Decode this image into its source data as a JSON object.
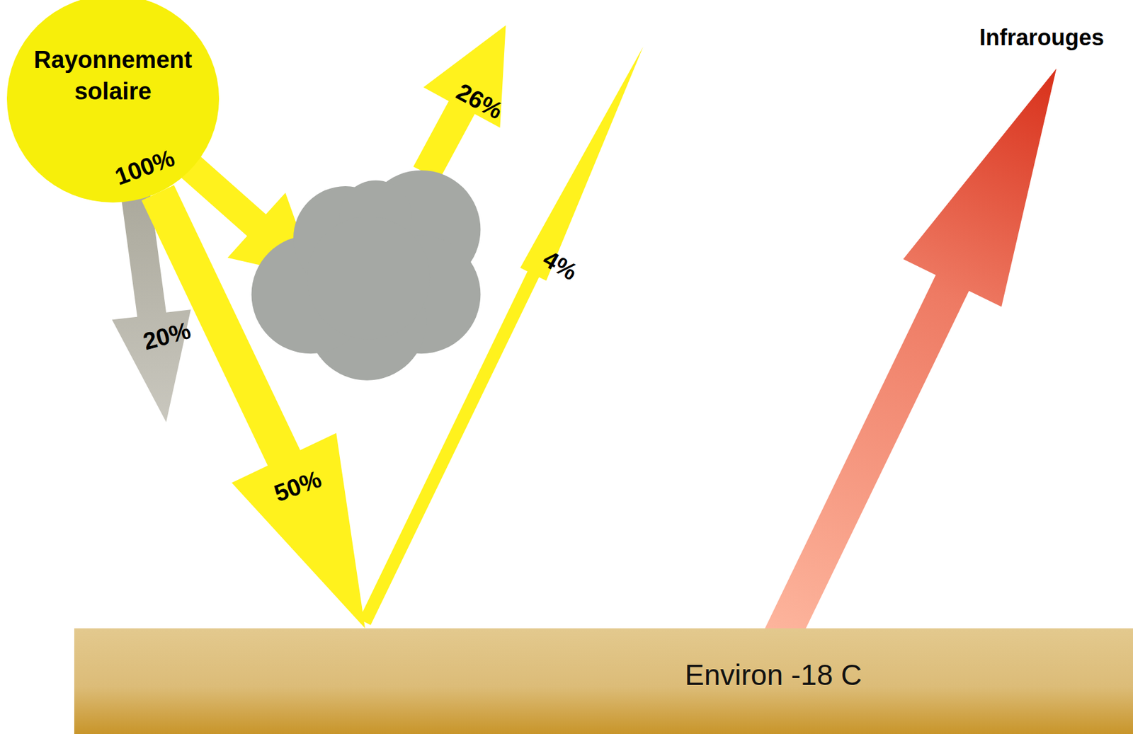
{
  "diagram": {
    "nodes": [
      {
        "text": [
          "Rayonnement solaire"
        ]
      },
      {
        "text": [
          "Environ -18 C"
        ]
      }
    ],
    "edges": [
      {
        "from": 0,
        "to": 1,
        "arrow": "to",
        "label": "50%"
      }
    ],
    "labels": [
      "100%",
      "20%",
      "26%",
      "4%",
      "Infrarouges"
    ]
  }
}
